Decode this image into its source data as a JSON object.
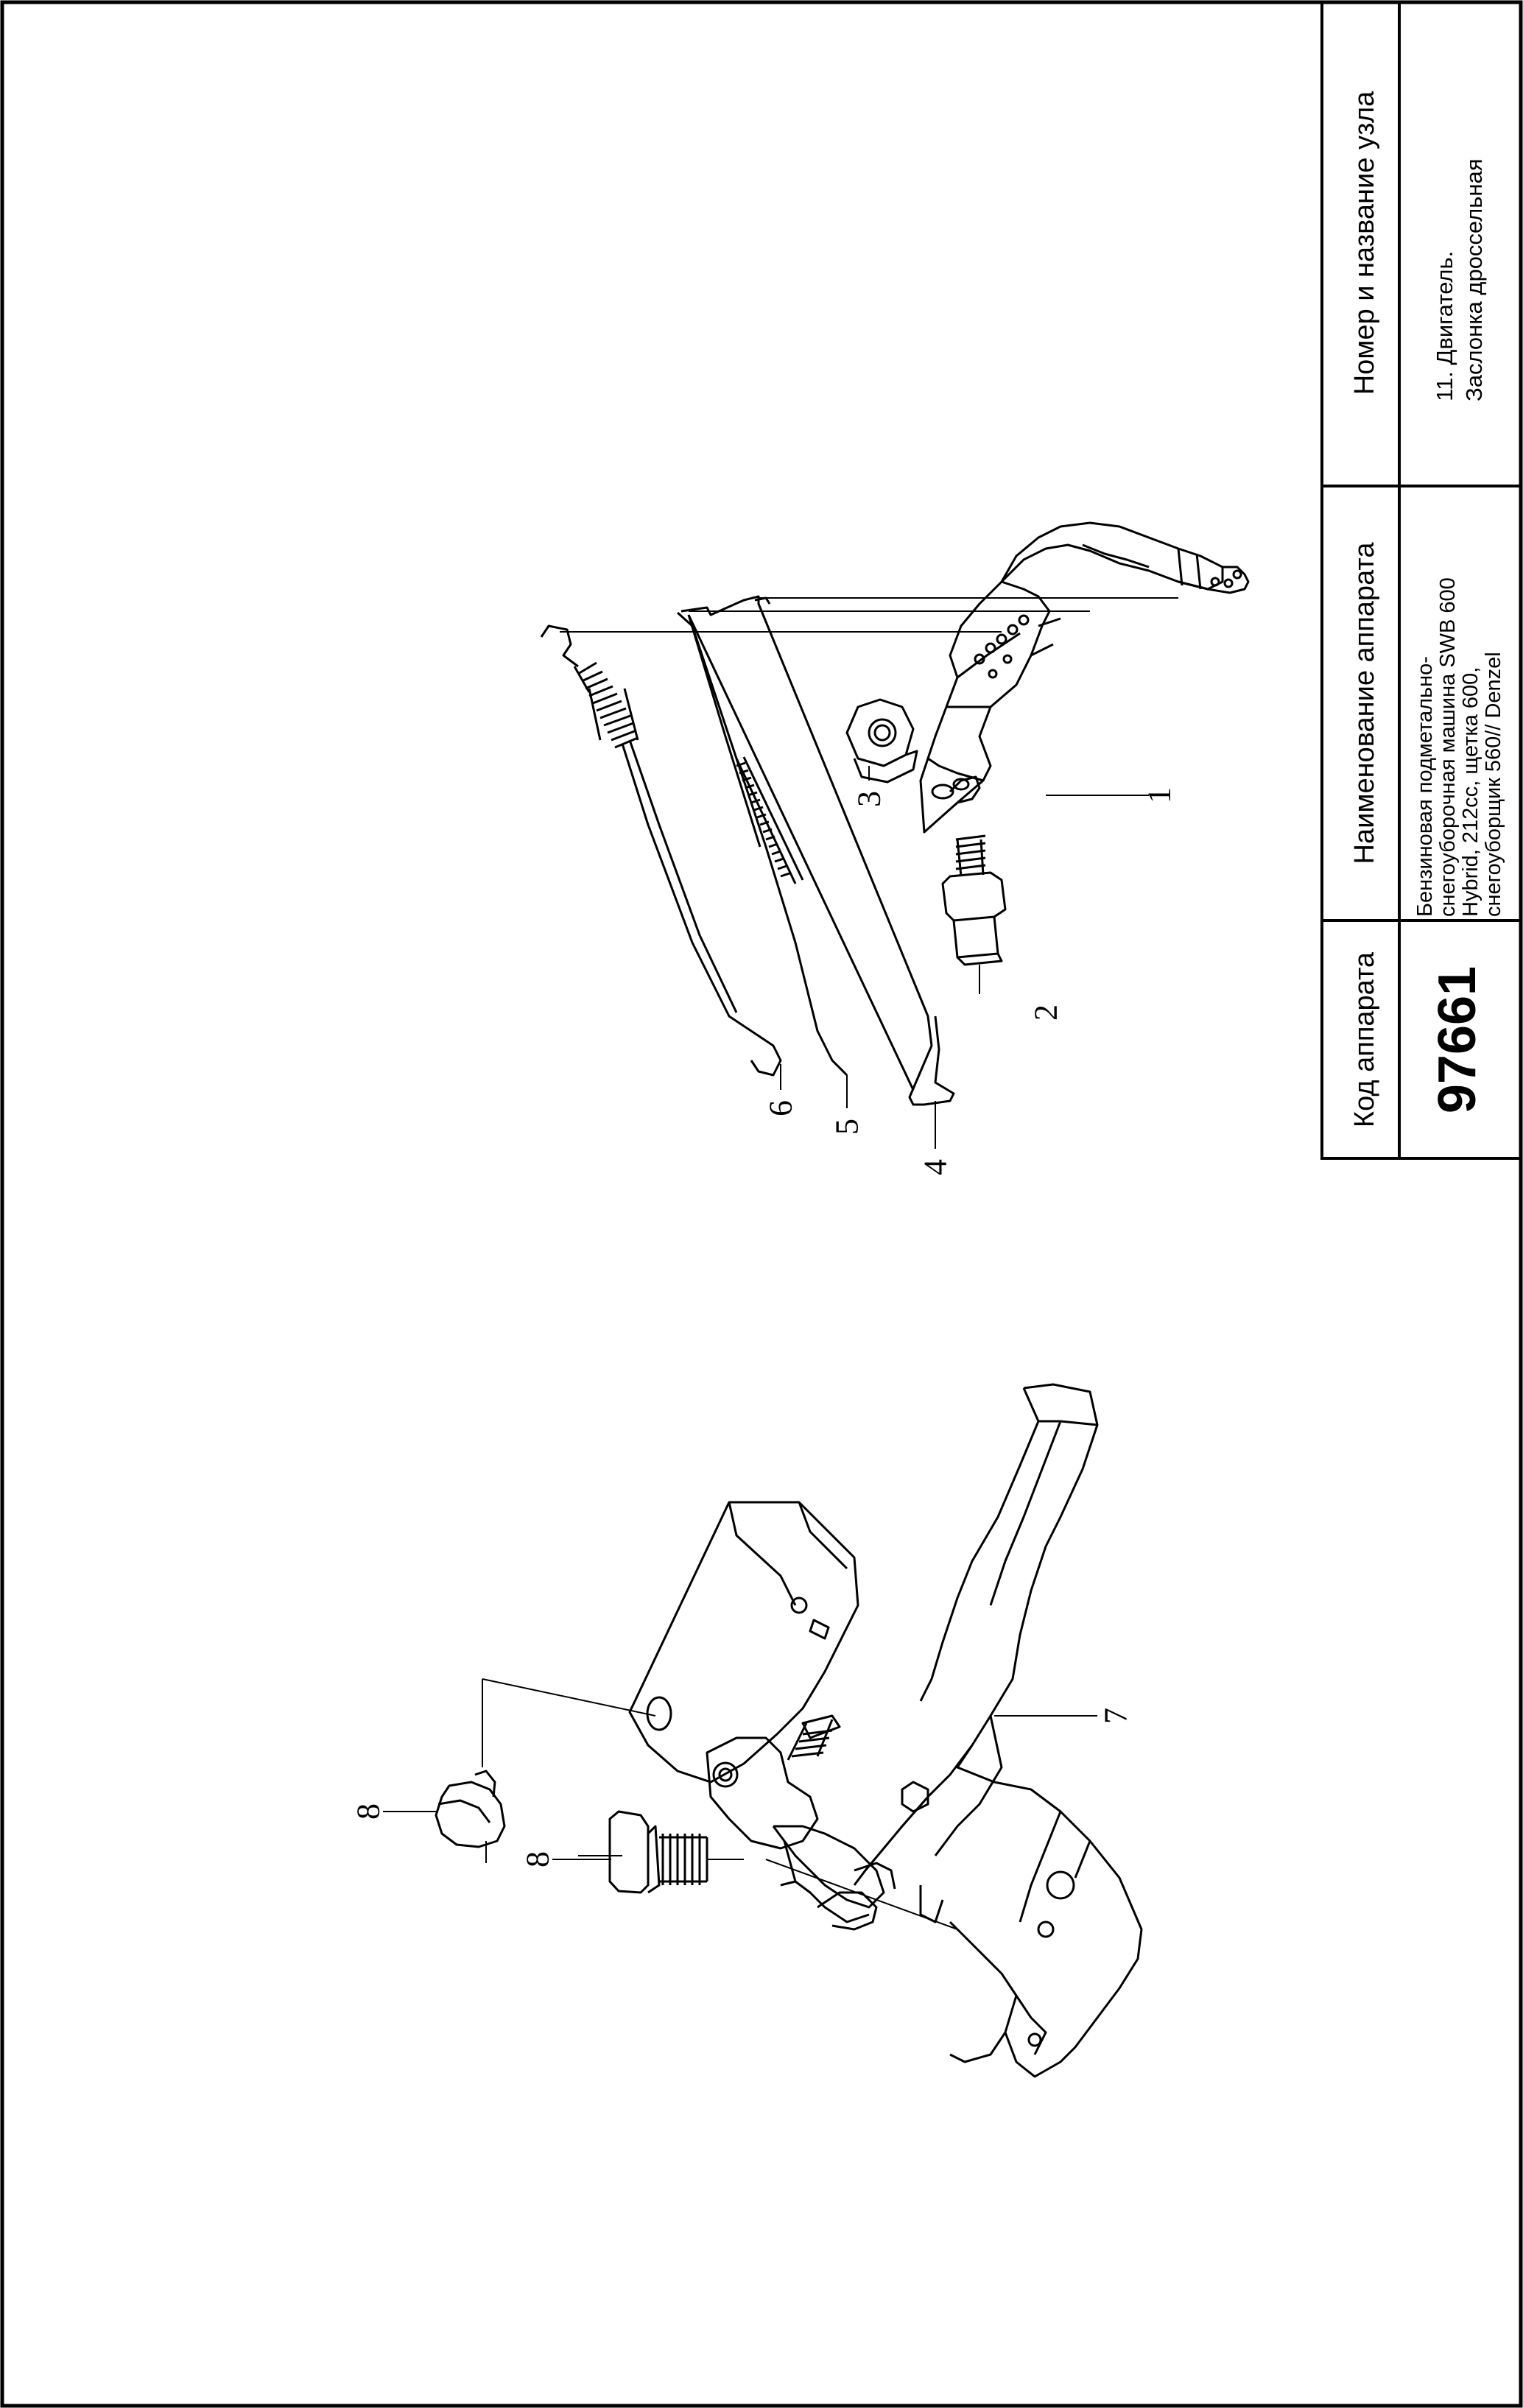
{
  "title_block": {
    "code_header": "Код аппарата",
    "code_value": "97661",
    "name_header": "Наименование аппарата",
    "name_lines": [
      "Бензиновая подметально-",
      "снегоуборочная машина SWB 600",
      "Hybrid, 212cc, щетка 600,",
      "снегоуборщик 560// Denzel"
    ],
    "unit_header": "Номер и название узла",
    "unit_lines": [
      "11. Двигатель.",
      "Заслонка дроссельная"
    ]
  },
  "part_labels": {
    "p1": "1",
    "p2": "2",
    "p3": "3",
    "p4": "4",
    "p5": "5",
    "p6": "6",
    "p7": "7",
    "p8a": "8",
    "p8b": "8"
  }
}
